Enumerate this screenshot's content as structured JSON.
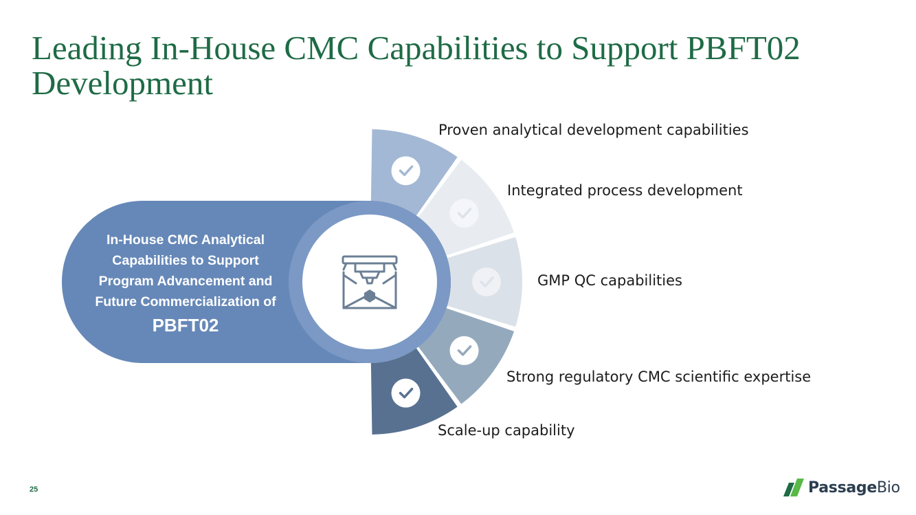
{
  "slide": {
    "title": "Leading In-House CMC Capabilities to Support PBFT02 Development",
    "page_number": "25"
  },
  "center": {
    "line1": "In-House CMC Analytical",
    "line2": "Capabilities to Support",
    "line3": "Program Advancement and",
    "line4": "Future Commercialization of",
    "product": "PBFT02",
    "icon": "3d-printer-icon"
  },
  "segments": [
    {
      "label": "Proven analytical development capabilities",
      "color": "#a3b8d4",
      "icon": "check-icon"
    },
    {
      "label": "Integrated process development",
      "color": "#e8ecf1",
      "icon": "check-icon"
    },
    {
      "label": "GMP QC capabilities",
      "color": "#dbe1e8",
      "icon": "check-icon"
    },
    {
      "label": "Strong regulatory CMC scientific expertise",
      "color": "#95a9bd",
      "icon": "check-icon"
    },
    {
      "label": "Scale-up capability",
      "color": "#587190",
      "icon": "check-icon"
    }
  ],
  "logo": {
    "word1": "Passage",
    "word2": "Bio",
    "color_dark": "#1e6b45",
    "color_light": "#58b947"
  },
  "colors": {
    "title": "#1e6b45",
    "pill": "#6688b8",
    "pill_ring": "#7b99c4"
  }
}
